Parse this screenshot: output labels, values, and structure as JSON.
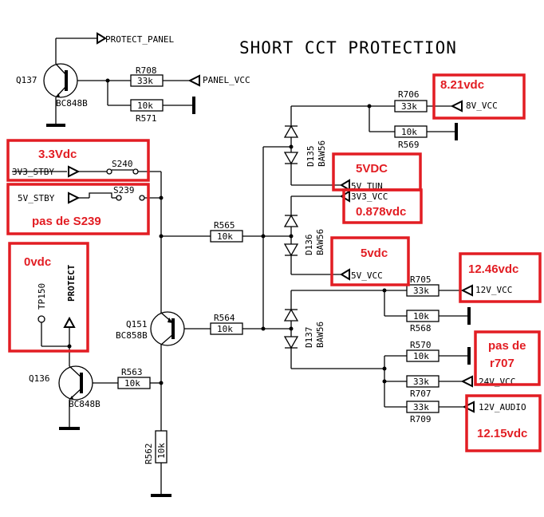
{
  "title": "SHORT CCT PROTECTION",
  "nets": {
    "protect_panel": "PROTECT_PANEL",
    "panel_vcc": "PANEL_VCC",
    "v8": "8V_VCC",
    "v3v3_stby": "3V3_STBY",
    "v5_stby": "5V_STBY",
    "v5_tun": "5V_TUN",
    "v3v3_vcc": "3V3_VCC",
    "v5_vcc": "5V_VCC",
    "v12": "12V_VCC",
    "v24": "24V_VCC",
    "v12_audio": "12V_AUDIO",
    "protect": "PROTECT"
  },
  "components": {
    "q137": "Q137",
    "q137_type": "BC848B",
    "q151": "Q151",
    "q151_type": "BC858B",
    "q136": "Q136",
    "q136_type": "BC848B",
    "r708": "R708",
    "r708_val": "33k",
    "r571": "R571",
    "r571_val": "10k",
    "r706": "R706",
    "r706_val": "33k",
    "r569": "R569",
    "r569_val": "10k",
    "r565": "R565",
    "r565_val": "10k",
    "r564": "R564",
    "r564_val": "10k",
    "r563": "R563",
    "r563_val": "10k",
    "r562": "R562",
    "r562_val": "10k",
    "r705": "R705",
    "r705_val": "33k",
    "r568": "R568",
    "r568_val": "10k",
    "r570": "R570",
    "r570_val": "10k",
    "r707": "R707",
    "r707_val": "33k",
    "r709": "R709",
    "r709_val": "33k",
    "d135": "D135",
    "d136": "D136",
    "d137": "D137",
    "diode_type": "BAW56",
    "s240": "S240",
    "s239": "S239",
    "tp150": "TP150"
  },
  "annotations": {
    "v8_meas": "8.21vdc",
    "v3v3_stby_meas": "3.3Vdc",
    "s239_note": "pas de S239",
    "v5_tun_meas": "5VDC",
    "v3v3_vcc_meas": "0.878vdc",
    "v5_vcc_meas": "5vdc",
    "protect_meas": "0vdc",
    "v12_meas": "12.46vdc",
    "r707_note_1": "pas de",
    "r707_note_2": "r707",
    "v12_audio_meas": "12.15vdc"
  },
  "colors": {
    "annotation": "#e21d23",
    "line": "#000000"
  }
}
